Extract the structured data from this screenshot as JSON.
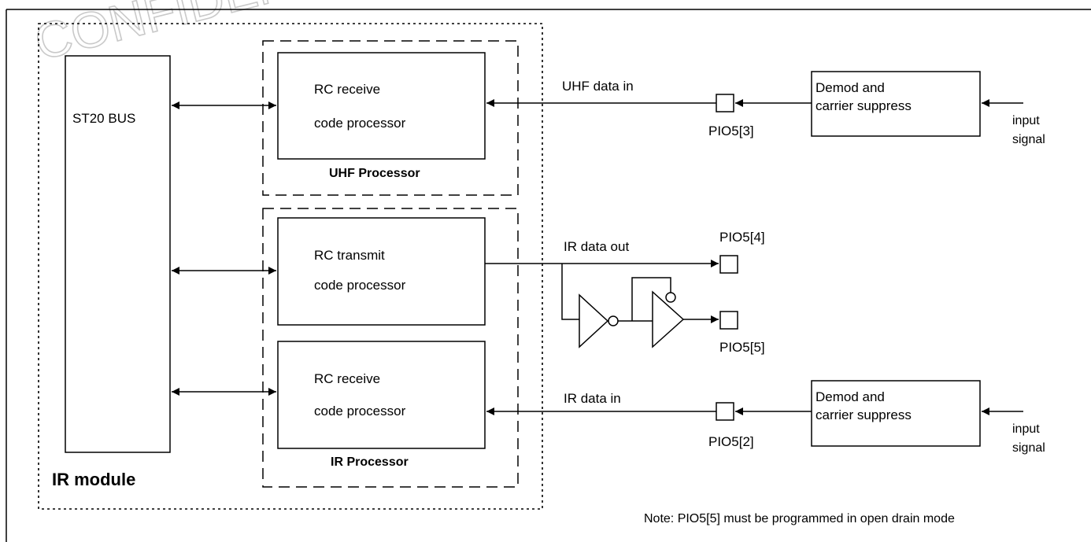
{
  "watermark": "CONFIDENTIAL",
  "ir_module_label": "IR module",
  "st20_bus_label": "ST20 BUS",
  "uhf_processor": {
    "title": "UHF Processor",
    "line1": "RC receive",
    "line2": "code processor"
  },
  "ir_processor": {
    "title": "IR Processor",
    "tx_line1": "RC transmit",
    "tx_line2": "code processor",
    "rx_line1": "RC receive",
    "rx_line2": "code processor"
  },
  "signals": {
    "uhf_data_in": "UHF data in",
    "ir_data_out": "IR data out",
    "ir_data_in": "IR data in"
  },
  "pins": {
    "pio5_3": "PIO5[3]",
    "pio5_4": "PIO5[4]",
    "pio5_5": "PIO5[5]",
    "pio5_2": "PIO5[2]"
  },
  "demod_top": {
    "line1": "Demod and",
    "line2": "carrier suppress"
  },
  "demod_bottom": {
    "line1": "Demod and",
    "line2": "carrier suppress"
  },
  "input_top": {
    "line1": "input",
    "line2": "signal"
  },
  "input_bottom": {
    "line1": "input",
    "line2": "signal"
  },
  "note": "Note: PIO5[5] must be programmed in open drain mode"
}
